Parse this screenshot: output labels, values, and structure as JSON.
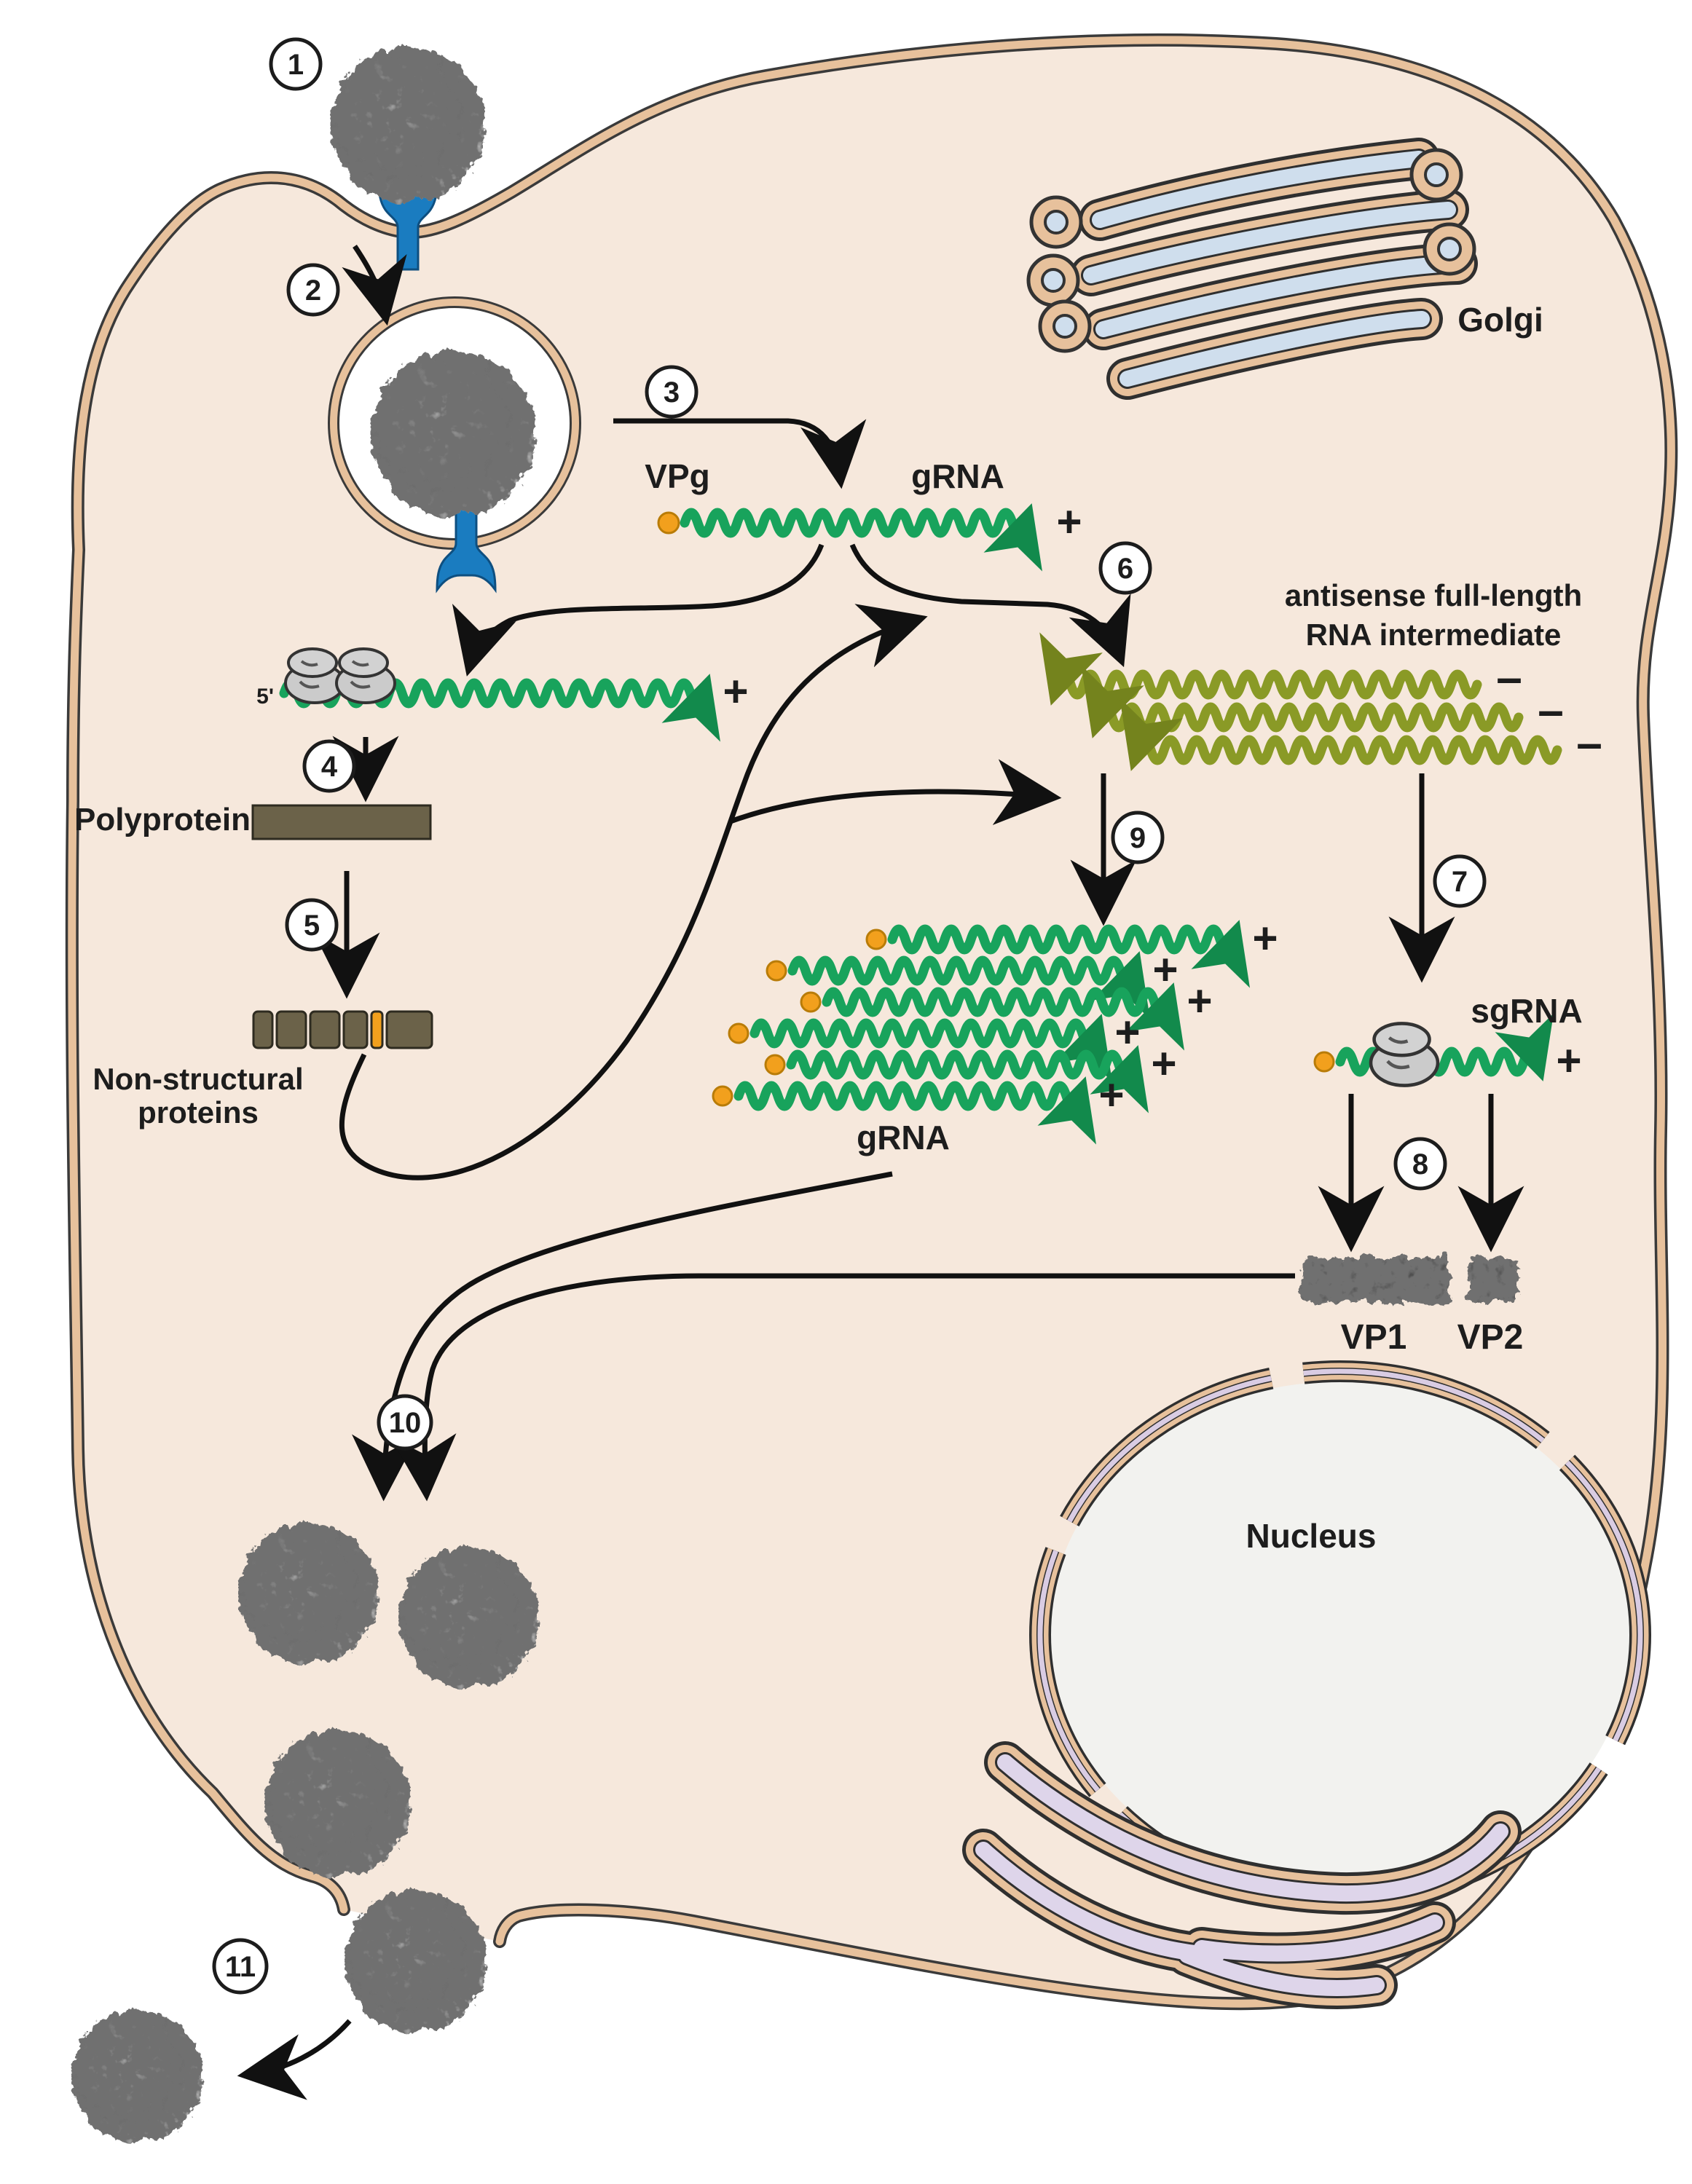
{
  "figure": {
    "description": "Schematic of a calicivirus-like replication cycle inside a host cell",
    "strand_counts": {
      "positive_grna_copies": 6,
      "antisense_strands": 3
    }
  },
  "steps": [
    "1",
    "2",
    "3",
    "4",
    "5",
    "6",
    "7",
    "8",
    "9",
    "10",
    "11"
  ],
  "labels": {
    "vpg": "VPg",
    "grna": "gRNA",
    "golgi": "Golgi",
    "antisense_line1": "antisense full-length",
    "antisense_line2": "RNA intermediate",
    "five_prime": "5'",
    "polyprotein": "Polyprotein",
    "nonstructural_line1": "Non-structural",
    "nonstructural_line2": "proteins",
    "grna_pool": "gRNA",
    "sgrna": "sgRNA",
    "vp1": "VP1",
    "vp2": "VP2",
    "nucleus": "Nucleus",
    "plus": "+",
    "minus": "–"
  },
  "colors": {
    "cytoplasm": "#f6e8dc",
    "membrane": "#e7c19c",
    "outline": "#3a3a3a",
    "rna_positive": "#18a35c",
    "rna_antisense": "#8a9a26",
    "vpg_dot": "#f2a01d",
    "receptor": "#1a7cc0",
    "protein_bar": "#6b6249",
    "orange_segment": "#f2a01d",
    "golgi_lumen": "#cfdeed",
    "er_lumen": "#ded5ea",
    "nucleus_fill": "#f2f2ef",
    "virion": "#7a7a7a"
  }
}
